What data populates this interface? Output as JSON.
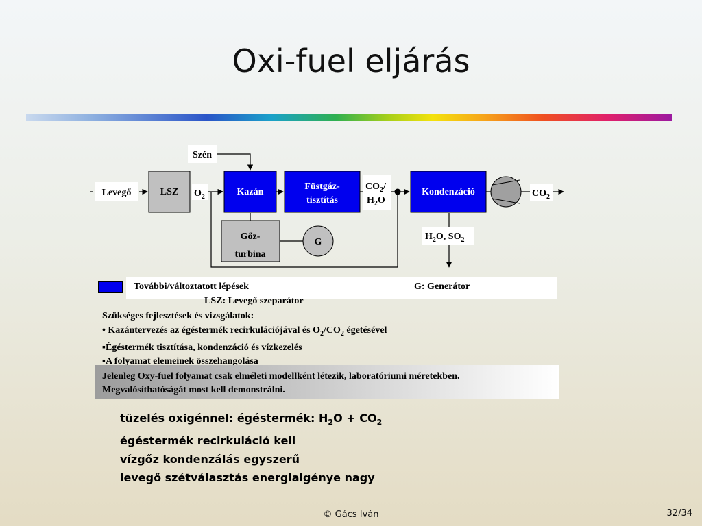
{
  "title": "Oxi-fuel eljárás",
  "diagram": {
    "szen": "Szén",
    "levego": "Levegő",
    "lsz": "LSZ",
    "o2": "O",
    "o2_sub": "2",
    "kazan": "Kazán",
    "fustgaz_1": "Füstgáz-",
    "fustgaz_2": "tisztítás",
    "co2h2o_1a": "CO",
    "co2h2o_1b": "2",
    "co2h2o_1c": "/",
    "co2h2o_2a": "H",
    "co2h2o_2b": "2",
    "co2h2o_2c": "O",
    "kondenzacio": "Kondenzáció",
    "co2_out_a": "CO",
    "co2_out_b": "2",
    "h2o_so2_a": "H",
    "h2o_so2_b": "2",
    "h2o_so2_c": "O, SO",
    "h2o_so2_d": "2",
    "gozturbina_1": "Gőz-",
    "gozturbina_2": "turbina",
    "generator": "G",
    "colors": {
      "process_blue": "#0000ee",
      "grey_box": "#c0c0c0"
    }
  },
  "legend": {
    "further_steps": "További/változtatott lépések",
    "generator": "G: Generátor",
    "lsz": "LSZ: Levegő szeparátor"
  },
  "needs": {
    "heading": "Szükséges fejlesztések és vizsgálatok:",
    "item1_a": "• Kazántervezés az égéstermék recirkulációjával és O",
    "item1_sub1": "2",
    "item1_b": "/CO",
    "item1_sub2": "2",
    "item1_c": " égetésével",
    "item2": "▪Égéstermék tisztítása, kondenzáció és vízkezelés",
    "item3": "▪A folyamat elemeinek összehangolása"
  },
  "note": {
    "line1": "Jelenleg Oxy-fuel folyamat csak elméleti modellként létezik, laboratóriumi méretekben.",
    "line2": "Megvalósíthatóságát most kell demonstrálni."
  },
  "summary": {
    "line1_a": "tüzelés oxigénnel: égéstermék: H",
    "line1_sub1": "2",
    "line1_b": "O + CO",
    "line1_sub2": "2",
    "line2": "égéstermék recirkuláció kell",
    "line3": "vízgőz kondenzálás egyszerű",
    "line4": "levegő szétválasztás energiaigénye nagy"
  },
  "footer": "© Gács Iván",
  "page_number": "32/34"
}
